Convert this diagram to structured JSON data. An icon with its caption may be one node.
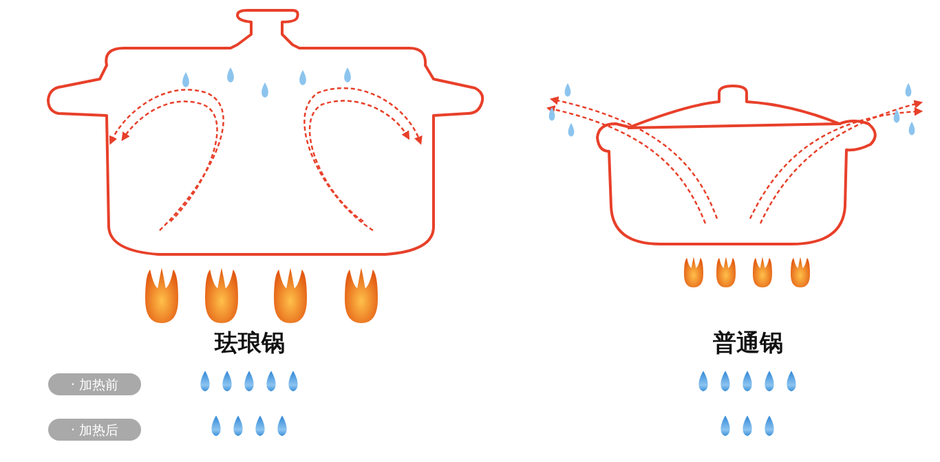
{
  "diagram": {
    "labels": [
      "珐琅锅",
      "普通锅",
      "· 加热前",
      "· 加热后"
    ]
  }
}
